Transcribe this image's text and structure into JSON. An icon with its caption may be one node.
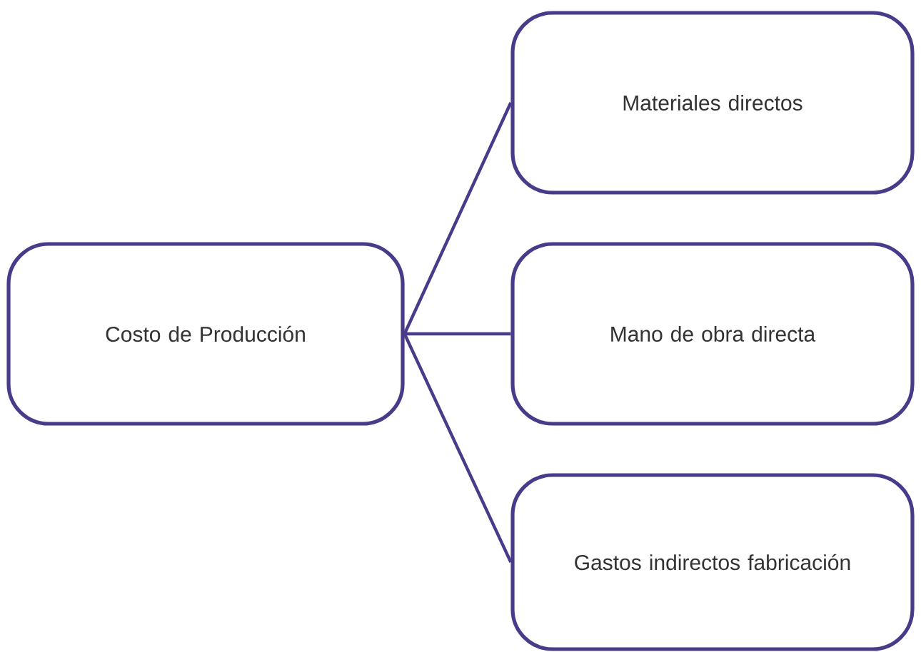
{
  "diagram": {
    "nodes": [
      {
        "text": [
          "Costo de Producción"
        ]
      },
      {
        "text": [
          "Materiales directos"
        ]
      },
      {
        "text": [
          "Mano de obra directa"
        ]
      },
      {
        "text": [
          "Gastos indirectos fabricación"
        ]
      }
    ],
    "edges": [
      {
        "from": 0,
        "to": 1,
        "arrow": "none"
      },
      {
        "from": 0,
        "to": 2,
        "arrow": "none"
      },
      {
        "from": 0,
        "to": 3,
        "arrow": "none"
      }
    ]
  }
}
